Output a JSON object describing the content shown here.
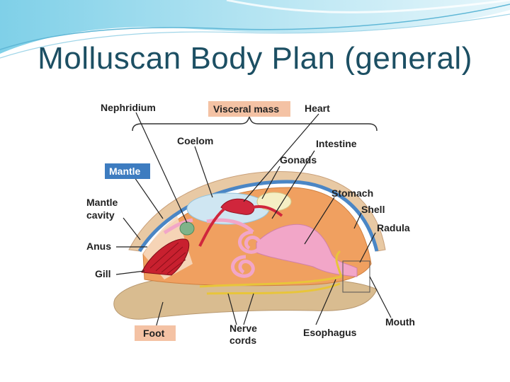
{
  "slide": {
    "title": "Molluscan Body Plan (general)"
  },
  "diagram": {
    "labels": {
      "nephridium": "Nephridium",
      "visceral_mass": "Visceral mass",
      "heart": "Heart",
      "coelom": "Coelom",
      "intestine": "Intestine",
      "gonads": "Gonads",
      "mantle": "Mantle",
      "stomach": "Stomach",
      "mantle_cavity_line1": "Mantle",
      "mantle_cavity_line2": "cavity",
      "shell": "Shell",
      "radula": "Radula",
      "anus": "Anus",
      "gill": "Gill",
      "mouth": "Mouth",
      "foot": "Foot",
      "nerve_cords_line1": "Nerve",
      "nerve_cords_line2": "cords",
      "esophagus": "Esophagus"
    },
    "colors": {
      "shell": "#e8c9a4",
      "mantle_blue": "#4a86c5",
      "visceral": "#f0a060",
      "coelom": "#cfe6f2",
      "heart": "#d0263c",
      "gill": "#c8202f",
      "foot": "#d9bc90",
      "gut": "#f2a6c8",
      "nerve": "#e8c53a",
      "label_box_peach": "#f4c2a4",
      "label_box_blue": "#3d7cc0"
    }
  }
}
